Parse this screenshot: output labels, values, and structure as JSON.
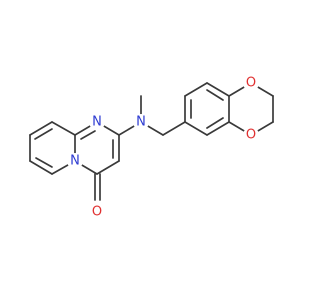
{
  "molecule": {
    "atoms": [
      {
        "id": "O_ring_top",
        "element": "O",
        "label": "O",
        "color": "#e03030"
      },
      {
        "id": "O_ring_bottom",
        "element": "O",
        "label": "O",
        "color": "#e03030"
      },
      {
        "id": "N_amine",
        "element": "N",
        "label": "N",
        "color": "#2d3bd1"
      },
      {
        "id": "N_pyrimidine",
        "element": "N",
        "label": "N",
        "color": "#2d3bd1"
      },
      {
        "id": "N_bridgehead",
        "element": "N",
        "label": "N",
        "color": "#2d3bd1"
      },
      {
        "id": "O_carbonyl",
        "element": "O",
        "label": "O",
        "color": "#e03030"
      }
    ],
    "colors": {
      "bond": "#3a3a3a",
      "nitrogen": "#2d3bd1",
      "oxygen": "#e03030",
      "background": "#ffffff"
    }
  }
}
